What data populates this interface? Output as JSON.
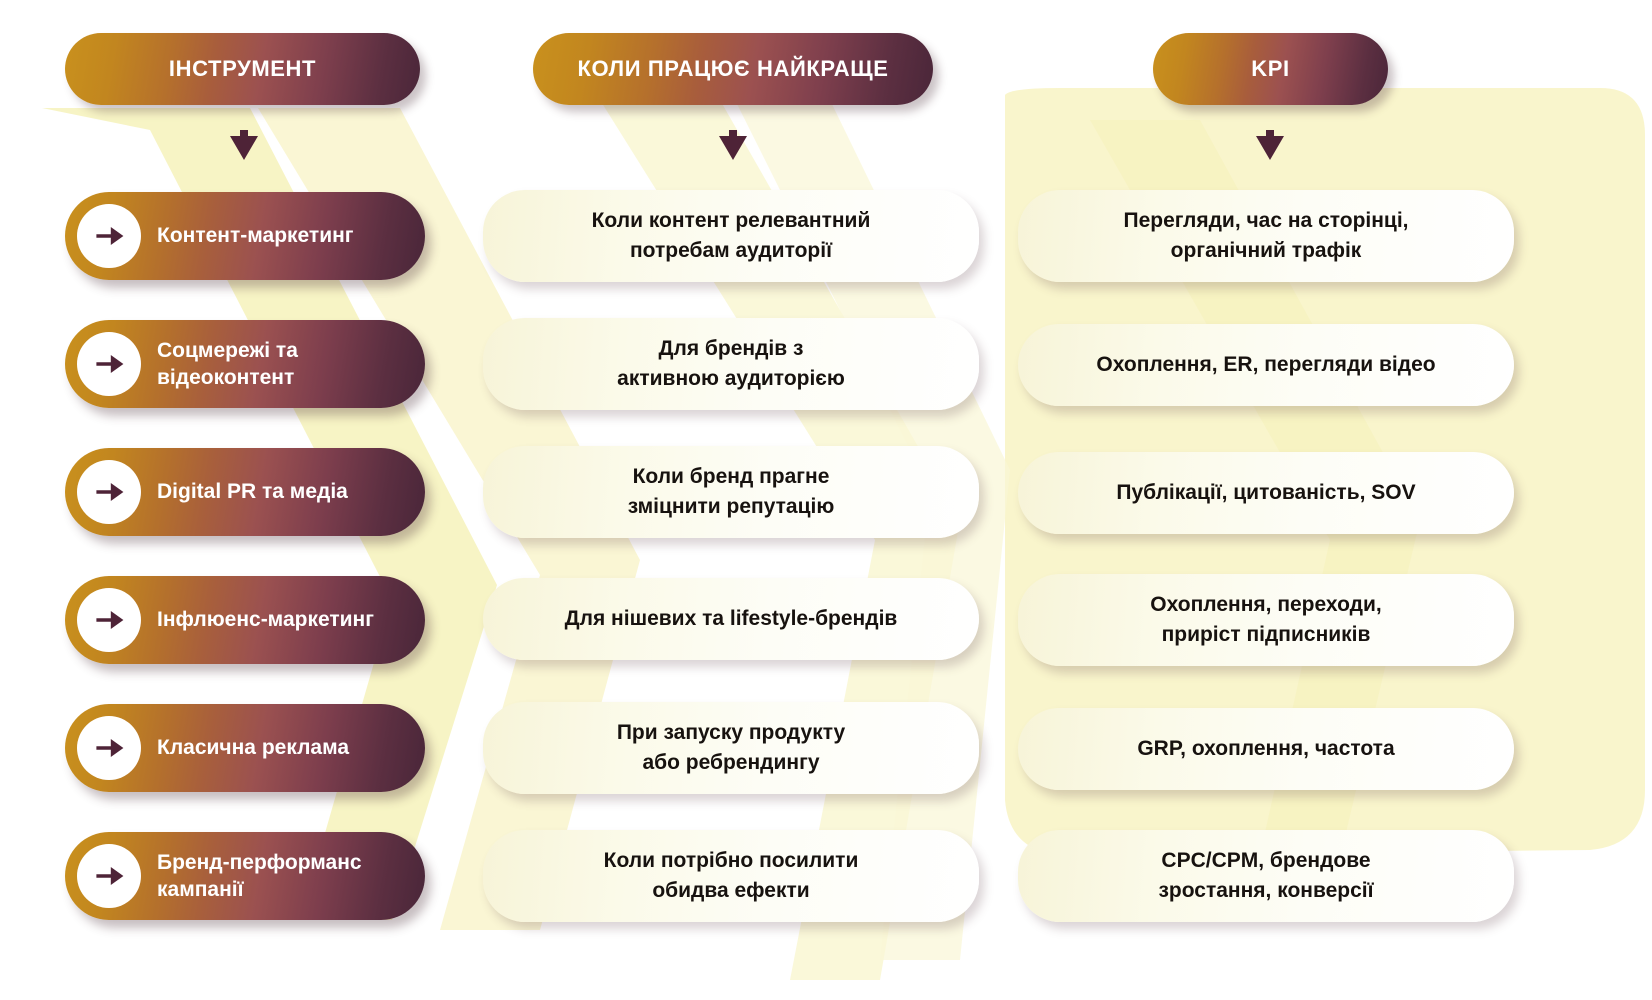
{
  "palette": {
    "pill_gradient_start": "#c9911d",
    "pill_gradient_mid": "#a85d3c",
    "pill_gradient_end": "#4a2639",
    "arrow_color": "#4e2337",
    "card_bg_start": "#f7f4d8",
    "card_bg_end": "#ffffff",
    "background_accent": "#f7f3c2",
    "page_background": "#ffffff",
    "header_text": "#ffffff",
    "card_text": "#17120f"
  },
  "columns": {
    "tool": {
      "header": "ІНСТРУМЕНТ",
      "arrow_icon": "triangle-down-icon",
      "items": [
        {
          "label": "Контент-маркетинг",
          "icon": "arrow-right-icon"
        },
        {
          "label": "Соцмережі та відеоконтент",
          "icon": "arrow-right-icon"
        },
        {
          "label": "Digital PR та медіа",
          "icon": "arrow-right-icon"
        },
        {
          "label": "Інфлюенс-маркетинг",
          "icon": "arrow-right-icon"
        },
        {
          "label": "Класична реклама",
          "icon": "arrow-right-icon"
        },
        {
          "label": "Бренд-перформанс кампанії",
          "icon": "arrow-right-icon"
        }
      ]
    },
    "when": {
      "header": "КОЛИ ПРАЦЮЄ НАЙКРАЩЕ",
      "arrow_icon": "triangle-down-icon",
      "items": [
        {
          "line1": "Коли контент релевантний",
          "line2": "потребам аудиторії"
        },
        {
          "line1": "Для брендів з",
          "line2": "активною аудиторією"
        },
        {
          "line1": "Коли бренд прагне",
          "line2": "зміцнити репутацію"
        },
        {
          "line1": "Для нішевих та lifestyle-брендів",
          "line2": ""
        },
        {
          "line1": "При запуску продукту",
          "line2": "або ребрендингу"
        },
        {
          "line1": "Коли потрібно посилити",
          "line2": "обидва ефекти"
        }
      ]
    },
    "kpi": {
      "header": "KPI",
      "arrow_icon": "triangle-down-icon",
      "items": [
        {
          "line1": "Перегляди, час на сторінці,",
          "line2": "органічний трафік"
        },
        {
          "line1": "Охоплення, ER, перегляди відео",
          "line2": ""
        },
        {
          "line1": "Публікації, цитованість, SOV",
          "line2": ""
        },
        {
          "line1": "Охоплення, переходи,",
          "line2": "приріст підписників"
        },
        {
          "line1": "GRP, охоплення, частота",
          "line2": ""
        },
        {
          "line1": "CPC/CPM, брендове",
          "line2": "зростання, конверсії"
        }
      ]
    }
  }
}
